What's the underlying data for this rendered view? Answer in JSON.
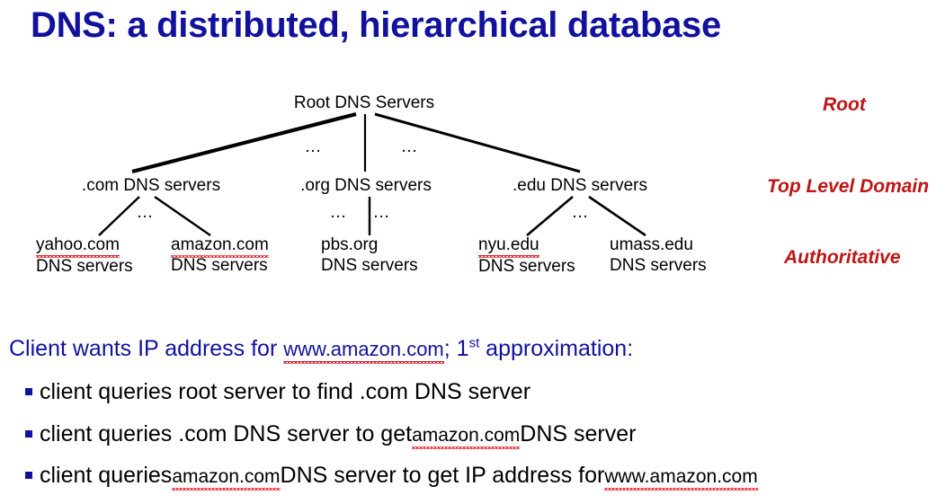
{
  "slide": {
    "title": "DNS: a distributed, hierarchical database",
    "title_color": "#11119e",
    "accent_red": "#bf1515",
    "spellcheck_red": "#e8252a"
  },
  "diagram": {
    "root": {
      "label": "Root DNS Servers"
    },
    "ellipses": {
      "root_left": "…",
      "root_right": "…",
      "com": "…",
      "org_left": "…",
      "org_right": "…",
      "edu": "…"
    },
    "tld": [
      {
        "label": ".com DNS servers"
      },
      {
        "label": ".org DNS servers"
      },
      {
        "label": ".edu DNS servers"
      }
    ],
    "authoritative": [
      {
        "domain": "yahoo.com",
        "line2": "DNS servers"
      },
      {
        "domain": "amazon.com",
        "line2": "DNS servers"
      },
      {
        "domain": "pbs.org",
        "line2": "DNS servers"
      },
      {
        "domain": "nyu.edu",
        "line2": "DNS servers"
      },
      {
        "domain": "umass.edu",
        "line2": "DNS servers"
      }
    ],
    "side_labels": [
      {
        "label": "Root"
      },
      {
        "label": "Top Level Domain"
      },
      {
        "label": "Authoritative"
      }
    ]
  },
  "body": {
    "lead": {
      "before": "Client wants IP address for ",
      "link": "www.amazon.com",
      "after_link": "; 1",
      "sup": "st",
      "tail": " approximation:"
    },
    "bullets": [
      {
        "parts": [
          {
            "text": "client queries root server to find .com DNS server",
            "style": "plain"
          }
        ]
      },
      {
        "parts": [
          {
            "text": "client queries .com DNS server to get ",
            "style": "plain"
          },
          {
            "text": "amazon.com",
            "style": "domain"
          },
          {
            "text": " DNS server",
            "style": "plain"
          }
        ]
      },
      {
        "parts": [
          {
            "text": "client queries ",
            "style": "plain"
          },
          {
            "text": "amazon.com",
            "style": "domain"
          },
          {
            "text": " DNS server to get  IP address for ",
            "style": "plain"
          },
          {
            "text": "www.amazon.com",
            "style": "domain"
          }
        ]
      }
    ]
  }
}
